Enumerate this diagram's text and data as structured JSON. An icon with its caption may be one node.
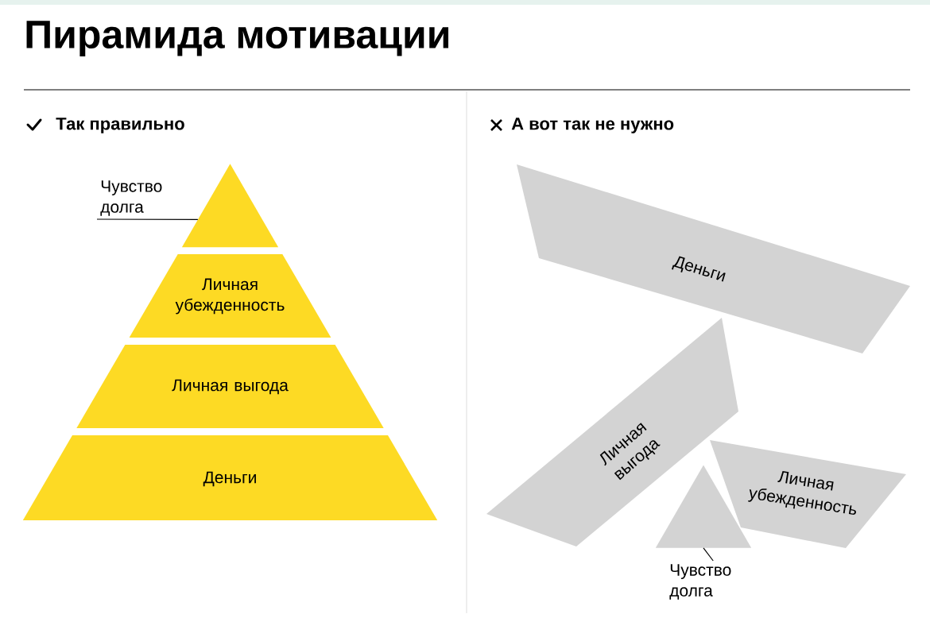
{
  "diagram": {
    "title": "Пирамида мотивации",
    "nodes": [
      {
        "text": [
          "Чувство долга"
        ]
      },
      {
        "text": [],
        "shape": "triangle"
      },
      {
        "text": [
          "Личная убежденность"
        ]
      },
      {
        "text": [
          "Личная выгода"
        ]
      },
      {
        "text": [
          "Деньги"
        ]
      },
      {
        "text": [
          "Деньги"
        ]
      },
      {
        "text": [
          "Личная выгода"
        ]
      },
      {
        "text": [
          "Личная убежденность"
        ]
      },
      {
        "text": [],
        "shape": "triangle"
      },
      {
        "text": [
          "Чувство долга"
        ]
      }
    ],
    "edges": [
      {
        "from": 0,
        "to": 1,
        "arrow": "none"
      },
      {
        "from": 9,
        "to": 8,
        "arrow": "none"
      }
    ],
    "labels": [
      "Так правильно",
      "А вот так не нужно"
    ]
  }
}
